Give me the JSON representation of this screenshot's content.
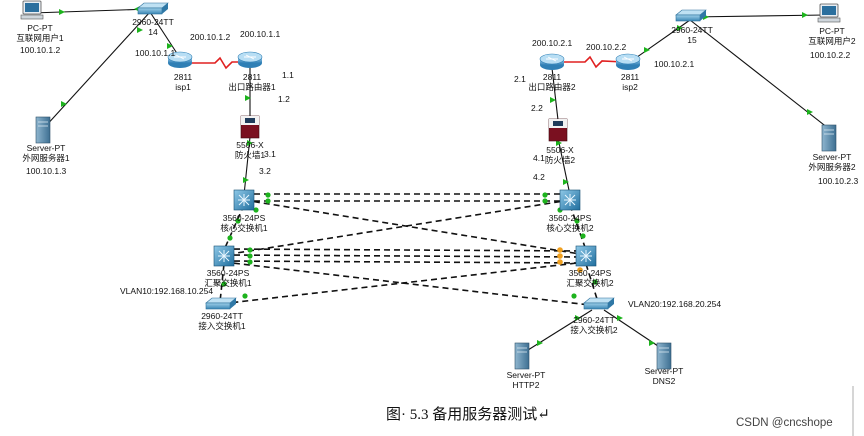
{
  "devices": {
    "pc1": {
      "model": "PC-PT",
      "name": "互联网用户1"
    },
    "sw_isp1": {
      "model": "2960-24TT",
      "name": "14"
    },
    "isp1": {
      "model": "2811",
      "name": "isp1"
    },
    "exit1": {
      "model": "2811",
      "name": "出口路由器1"
    },
    "srv1": {
      "model": "Server-PT",
      "name": "外网服务器1"
    },
    "fw1": {
      "model": "5506-X",
      "name": "防火墙1"
    },
    "core1": {
      "model": "3560-24PS",
      "name": "核心交换机1"
    },
    "agg1": {
      "model": "3560-24PS",
      "name": "汇聚交换机1"
    },
    "acc1": {
      "model": "2960-24TT",
      "name": "接入交换机1"
    },
    "pc2": {
      "model": "PC-PT",
      "name": "互联网用户2"
    },
    "sw_isp2": {
      "model": "2960-24TT",
      "name": "15"
    },
    "isp2": {
      "model": "2811",
      "name": "isp2"
    },
    "exit2": {
      "model": "2811",
      "name": "出口路由器2"
    },
    "srv2": {
      "model": "Server-PT",
      "name": "外网服务器2"
    },
    "fw2": {
      "model": "5506-X",
      "name": "防火墙2"
    },
    "core2": {
      "model": "3560-24PS",
      "name": "核心交换机2"
    },
    "agg2": {
      "model": "3560-24PS",
      "name": "汇聚交换机2"
    },
    "acc2": {
      "model": "2960-24TT",
      "name": "接入交换机2"
    },
    "http2": {
      "model": "Server-PT",
      "name": "HTTP2"
    },
    "dns2": {
      "model": "Server-PT",
      "name": "DNS2"
    }
  },
  "ip_labels": {
    "pc1_ip": "100.10.1.2",
    "isp1_lan": "100.10.1.1",
    "isp1_wan": "200.10.1.2",
    "exit1_wan": "200.10.1.1",
    "exit1_p1": "1.1",
    "exit1_p2": "1.2",
    "srv1_ip": "100.10.1.3",
    "fw1_p1": "3.1",
    "fw1_p2": "3.2",
    "vlan10": "VLAN10:192.168.10.254",
    "pc2_ip": "100.10.2.2",
    "isp2_lan": "100.10.2.1",
    "isp2_wan": "200.10.2.2",
    "exit2_wan": "200.10.2.1",
    "exit2_p1": "2.1",
    "exit2_p2": "2.2",
    "srv2_ip": "100.10.2.3",
    "fw2_p1": "4.1",
    "fw2_p2": "4.2",
    "vlan20": "VLAN20:192.168.20.254"
  },
  "caption": "图· 5.3 备用服务器测试↵",
  "watermark": "CSDN @cncshope",
  "colors": {
    "link_ok": "#1db31d",
    "link_warn": "#f0a020",
    "serial": "#e02020",
    "firewall": "#7a1020",
    "switch": "#2a7fb0",
    "router": "#3b8dc0"
  }
}
